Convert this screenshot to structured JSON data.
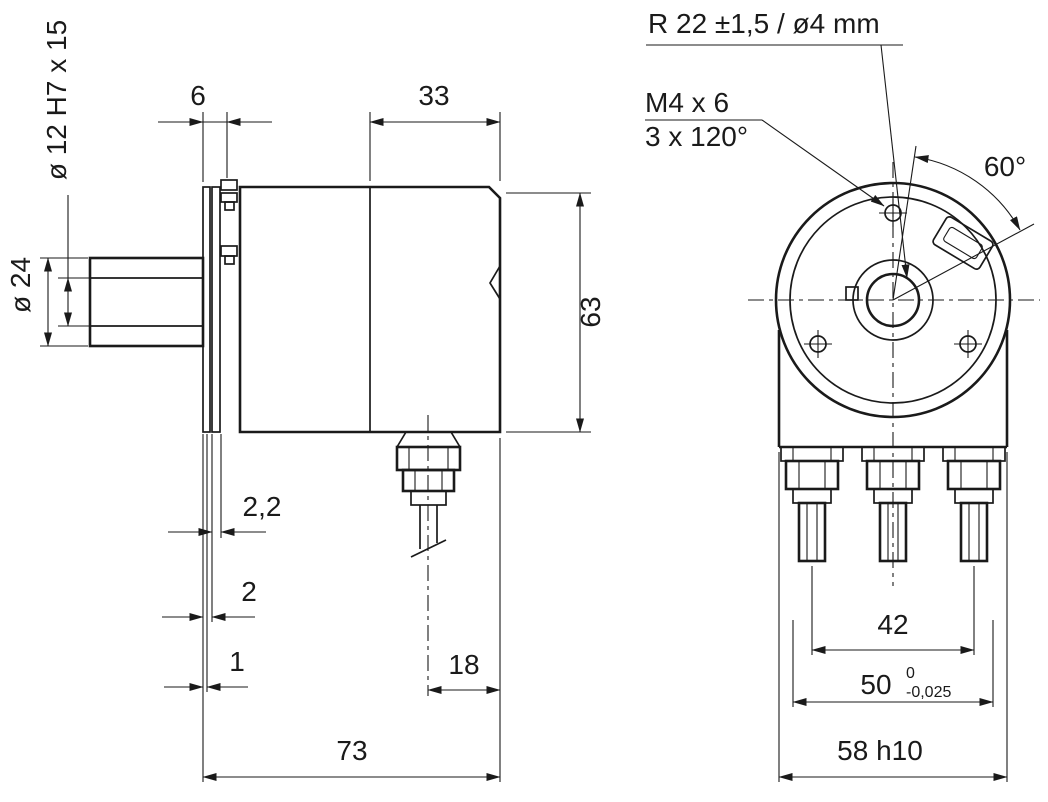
{
  "colors": {
    "line": "#1a1a1a",
    "background": "#ffffff"
  },
  "side_view": {
    "shaft_bore_dim": "ø 12 H7 x 15",
    "shaft_diameter_dim": "ø 24",
    "flange_gap_dim": "6",
    "rear_section_dim": "33",
    "housing_height_dim": "63",
    "spacer_dim": "2,2",
    "plate_dim": "2",
    "washer_dim": "1",
    "cable_offset_dim": "18",
    "total_depth_dim": "73"
  },
  "front_view": {
    "radius_note": "R 22 ±1,5 / ø4 mm",
    "screw_note_line1": "M4 x 6",
    "screw_note_line2": "3 x 120°",
    "angle_dim": "60°",
    "gland_spacing_dim": "42",
    "centering_dim_value": "50",
    "centering_dim_tol_upper": "0",
    "centering_dim_tol_lower": "-0,025",
    "body_width_dim": "58 h10"
  }
}
